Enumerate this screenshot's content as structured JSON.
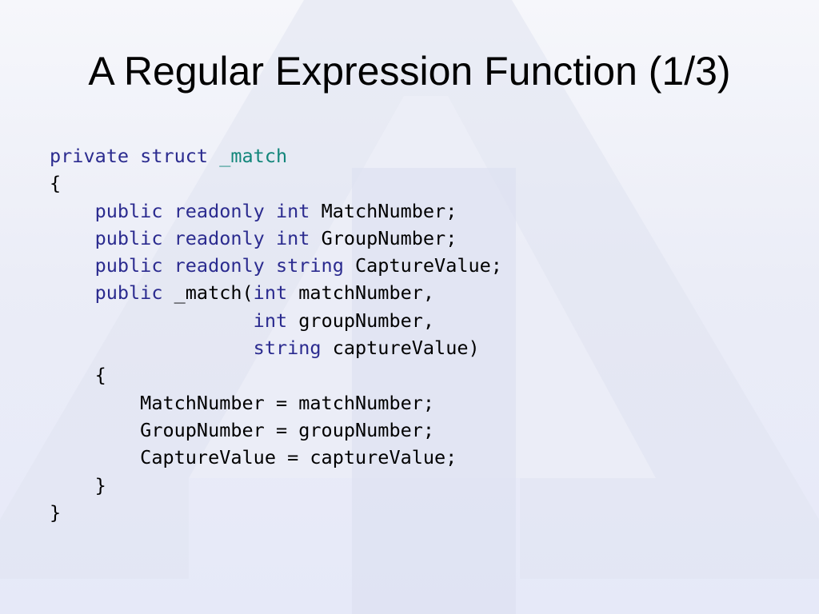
{
  "title": "A Regular Expression Function (1/3)",
  "colors": {
    "keyword": "#2b2b8f",
    "type_name": "#12867a",
    "plain": "#000000",
    "watermark": "#dfe2f2"
  },
  "code": [
    [
      {
        "t": "private struct ",
        "c": "kw"
      },
      {
        "t": "_match",
        "c": "ty"
      }
    ],
    [
      {
        "t": "{",
        "c": ""
      }
    ],
    [
      {
        "t": "    ",
        "c": ""
      },
      {
        "t": "public readonly int",
        "c": "kw"
      },
      {
        "t": " MatchNumber;",
        "c": ""
      }
    ],
    [
      {
        "t": "    ",
        "c": ""
      },
      {
        "t": "public readonly int",
        "c": "kw"
      },
      {
        "t": " GroupNumber;",
        "c": ""
      }
    ],
    [
      {
        "t": "    ",
        "c": ""
      },
      {
        "t": "public readonly string",
        "c": "kw"
      },
      {
        "t": " CaptureValue;",
        "c": ""
      }
    ],
    [
      {
        "t": "    ",
        "c": ""
      },
      {
        "t": "public",
        "c": "kw"
      },
      {
        "t": " _match(",
        "c": ""
      },
      {
        "t": "int",
        "c": "kw"
      },
      {
        "t": " matchNumber,",
        "c": ""
      }
    ],
    [
      {
        "t": "                  ",
        "c": ""
      },
      {
        "t": "int",
        "c": "kw"
      },
      {
        "t": " groupNumber,",
        "c": ""
      }
    ],
    [
      {
        "t": "                  ",
        "c": ""
      },
      {
        "t": "string",
        "c": "kw"
      },
      {
        "t": " captureValue)",
        "c": ""
      }
    ],
    [
      {
        "t": "    {",
        "c": ""
      }
    ],
    [
      {
        "t": "        MatchNumber = matchNumber;",
        "c": ""
      }
    ],
    [
      {
        "t": "        GroupNumber = groupNumber;",
        "c": ""
      }
    ],
    [
      {
        "t": "        CaptureValue = captureValue;",
        "c": ""
      }
    ],
    [
      {
        "t": "    }",
        "c": ""
      }
    ],
    [
      {
        "t": "}",
        "c": ""
      }
    ]
  ]
}
